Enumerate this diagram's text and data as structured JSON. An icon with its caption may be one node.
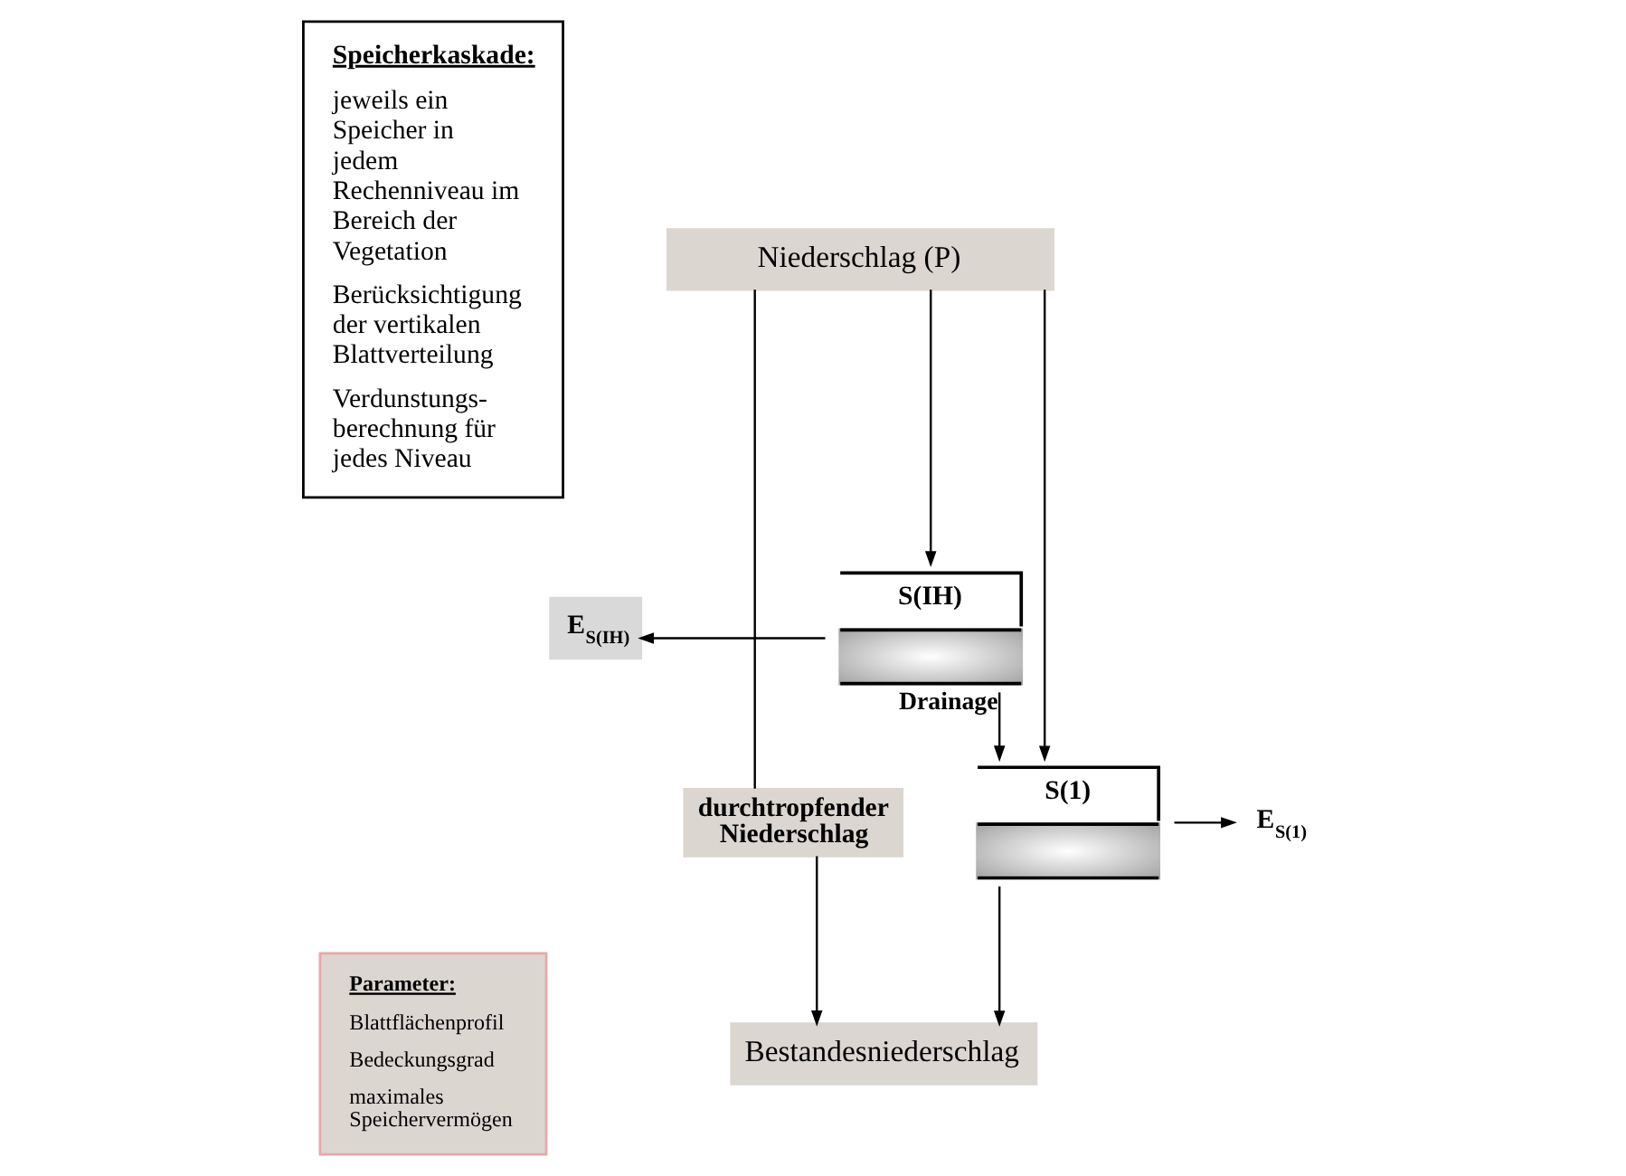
{
  "diagram": {
    "nodes": [
      {
        "text": [
          "Speicherkaskade:",
          "jeweils ein Speicher in jedem Rechenniveau im Bereich der Vegetation",
          "Berücksichtigung der vertikalen Blattverteilung",
          "Verdunstungs- berechnung für jedes Niveau"
        ]
      },
      {
        "text": [
          "Niederschlag (P)"
        ]
      },
      {
        "text": [
          "E$_{S(IH)}$"
        ]
      },
      {
        "text": [
          "S(IH)"
        ]
      },
      {
        "text": [
          "E$_{S(1)}$"
        ]
      },
      {
        "text": [
          "durchtropfender Niederschlag"
        ]
      },
      {
        "text": [
          "S(1)"
        ]
      },
      {
        "text": [
          "Bestandesniederschlag"
        ]
      },
      {
        "text": [
          "Parameter:",
          "Blattflächenprofil",
          "Bedeckungsgrad",
          "maximales Speichervermögen"
        ]
      }
    ],
    "edges": [
      {
        "from": 1,
        "to": 5,
        "arrow": "none"
      },
      {
        "from": 5,
        "to": 7,
        "arrow": "to"
      },
      {
        "from": 1,
        "to": 6,
        "arrow": "to"
      },
      {
        "from": 1,
        "to": 3,
        "arrow": "to"
      },
      {
        "from": 3,
        "to": 2,
        "arrow": "to"
      },
      {
        "from": 3,
        "to": 6,
        "arrow": "to",
        "label": "Drainage"
      },
      {
        "from": 6,
        "to": 4,
        "arrow": "to"
      },
      {
        "from": 6,
        "to": 7,
        "arrow": "to"
      }
    ]
  }
}
